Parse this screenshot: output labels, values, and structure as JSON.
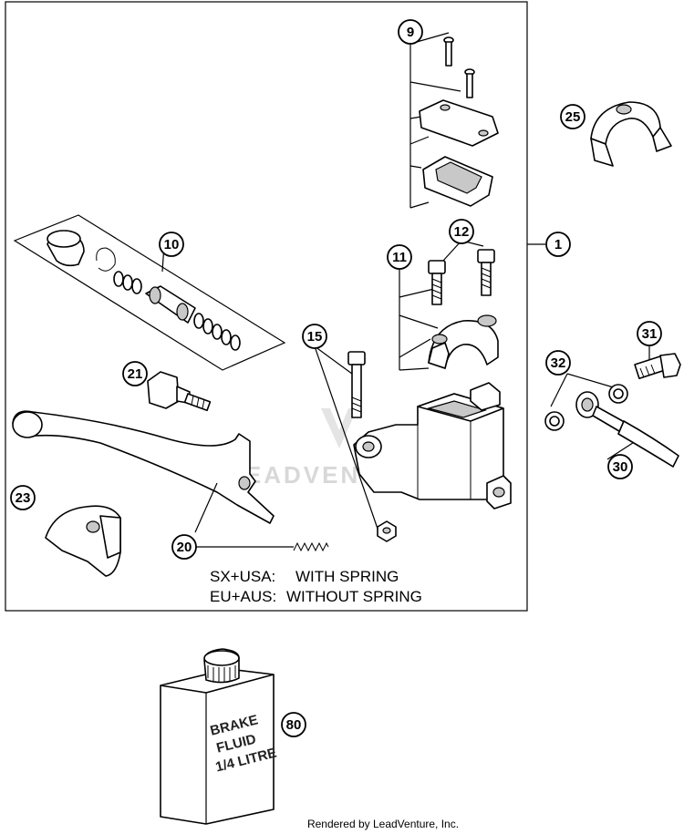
{
  "callouts": {
    "c1": "1",
    "c9": "9",
    "c10": "10",
    "c11": "11",
    "c12": "12",
    "c15": "15",
    "c20": "20",
    "c21": "21",
    "c23": "23",
    "c25": "25",
    "c30": "30",
    "c31": "31",
    "c32": "32",
    "c80": "80"
  },
  "note": {
    "line1_region": "SX+USA:",
    "line1_text": "WITH SPRING",
    "line2_region": "EU+AUS:",
    "line2_text": "WITHOUT SPRING"
  },
  "bottle": {
    "line1": "BRAKE",
    "line2": "FLUID",
    "line3": "1/4 LITRE"
  },
  "watermark": "LEADVENTURE",
  "credit": "Rendered by LeadVenture, Inc."
}
